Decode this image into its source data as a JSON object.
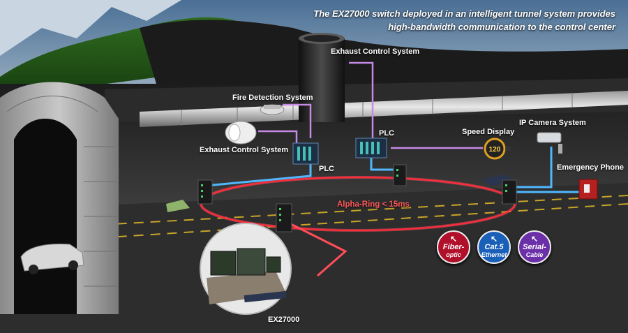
{
  "headline": {
    "line1": "The EX27000 switch deployed in an intelligent tunnel system provides",
    "line2": "high-bandwidth communication to the control center"
  },
  "labels": {
    "exhaust_control_top": "Exhaust Control System",
    "fire_detection": "Fire Detection System",
    "exhaust_control_left": "Exhaust Control System",
    "plc_left": "PLC",
    "plc_center": "PLC",
    "speed_display": "Speed Display",
    "ip_camera": "IP Camera System",
    "emergency_phone": "Emergency Phone",
    "ring": "Alpha-Ring < 15ms",
    "switch": "EX27000"
  },
  "speed_display_value": "120",
  "legend": [
    {
      "line1": "Fiber-",
      "line2": "optic",
      "icon": "arrow-icon",
      "color": "#b0102a"
    },
    {
      "line1": "Cat.5",
      "line2": "Ethernet",
      "icon": "arrow-icon",
      "color": "#1a5fb8"
    },
    {
      "line1": "Serial-",
      "line2": "Cable",
      "icon": "arrow-icon",
      "color": "#6b2fa8"
    }
  ],
  "colors": {
    "fiber": "#ff3b4a",
    "ethernet": "#4fb8ff",
    "serial": "#c58ae8"
  }
}
